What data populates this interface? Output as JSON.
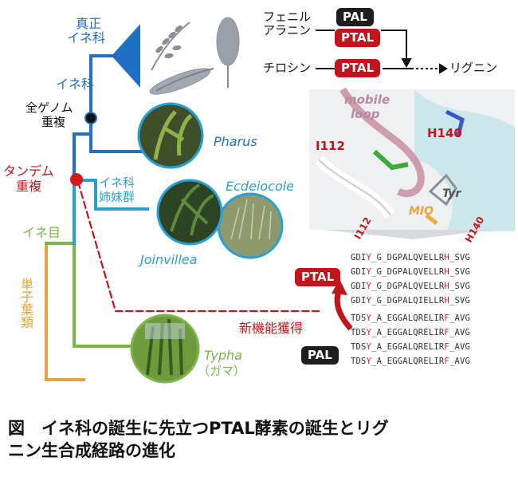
{
  "tree": {
    "poaceae_true_label": [
      "真正",
      "イネ科"
    ],
    "poaceae_label": "イネ科",
    "wgd_label": [
      "全ゲノム",
      "重複"
    ],
    "tandem_label": [
      "タンデム",
      "重複"
    ],
    "sister_label": [
      "イネ科",
      "姉妹群"
    ],
    "poales_label": "イネ目",
    "monocot_label": "単子葉類",
    "species": {
      "pharus": "Pharus",
      "ecdeiocole": "Ecdeiocole",
      "joinvillea": "Joinvillea",
      "typha": "Typha",
      "typha_jp": "（ガマ）"
    },
    "gain_label": "新機能獲得"
  },
  "pathway": {
    "phenylalanine": [
      "フェニル",
      "アラニン"
    ],
    "tyrosine": "チロシン",
    "lignin": "リグニン",
    "pal": "PAL",
    "ptal": "PTAL"
  },
  "structure": {
    "mobile_loop": [
      "mobile",
      "loop"
    ],
    "i112": "I112",
    "h140": "H140",
    "tyr": "Tyr",
    "mio": "MIO"
  },
  "alignment": {
    "header_left": "I112",
    "header_right": "H140",
    "ptal_badge": "PTAL",
    "pal_badge": "PAL",
    "rows": [
      {
        "a": "GDI",
        "b": "Y",
        "c": "_G_DGPALQVELLR",
        "d": "H",
        "e": "_SVG"
      },
      {
        "a": "GDI",
        "b": "Y",
        "c": "_G_DGPALQVELLR",
        "d": "H",
        "e": "_SVG"
      },
      {
        "a": "GDI",
        "b": "Y",
        "c": "_G_DGPALQVELLR",
        "d": "H",
        "e": "_SVG"
      },
      {
        "a": "GDI",
        "b": "Y",
        "c": "_G_DGPALQIELLR",
        "d": "H",
        "e": "_SVG"
      },
      {
        "a": "TDS",
        "b": "Y",
        "c": "_A_EGGALQRELIR",
        "d": "F",
        "e": "_AVG"
      },
      {
        "a": "TDS",
        "b": "Y",
        "c": "_A_EGGALQRELIR",
        "d": "F",
        "e": "_AVG"
      },
      {
        "a": "TDS",
        "b": "Y",
        "c": "_A_EGGALQRELIR",
        "d": "F",
        "e": "_AVG"
      },
      {
        "a": "TDS",
        "b": "Y",
        "c": "_A_EGGALQRELIR",
        "d": "F",
        "e": "_AVG"
      }
    ]
  },
  "caption": {
    "line1": "図　イネ科の誕生に先立つPTAL酵素の誕生とリグ",
    "line2": "ニン生合成経路の進化"
  },
  "colors": {
    "poaceae_blue": "#1f6fc5",
    "sister_blue": "#2a9fd6",
    "red": "#c4161c",
    "green": "#7ab648",
    "orange": "#e8a33a"
  }
}
